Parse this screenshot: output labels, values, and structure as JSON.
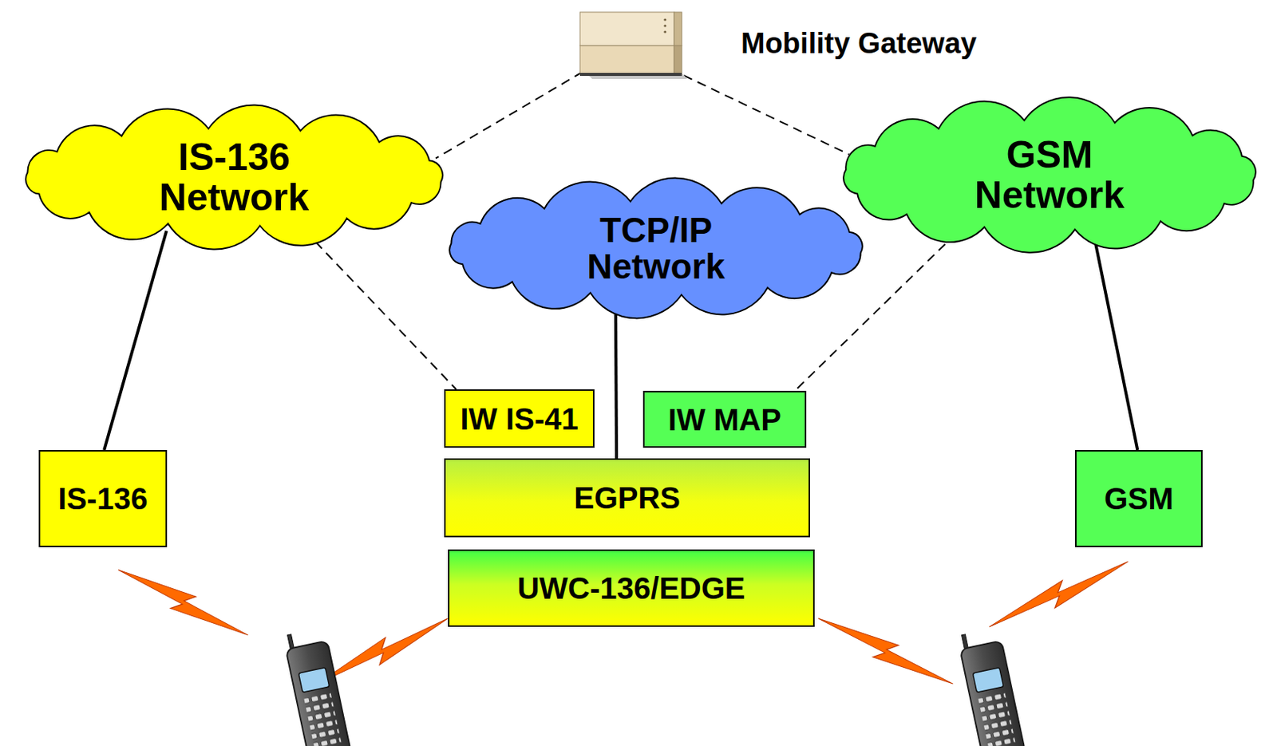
{
  "diagram": {
    "nodes": [
      {
        "text": [
          "Mobility Gateway"
        ]
      },
      {
        "text": [
          "IS-136 Network"
        ]
      },
      {
        "text": [
          "TCP/IP Network"
        ]
      },
      {
        "text": [
          "GSM Network"
        ]
      },
      {
        "text": [
          "IW IS-41"
        ]
      },
      {
        "text": [
          "IW MAP"
        ]
      },
      {
        "text": [
          "EGPRS"
        ]
      },
      {
        "text": [
          "IS-136"
        ]
      },
      {
        "text": [
          "GSM"
        ]
      },
      {
        "text": [
          "UWC-136/EDGE"
        ]
      }
    ],
    "edges": [
      {
        "from": 0,
        "to": 1,
        "arrow": "none"
      },
      {
        "from": 0,
        "to": 3,
        "arrow": "none"
      },
      {
        "from": 1,
        "to": 7,
        "arrow": "none"
      },
      {
        "from": 1,
        "to": 4,
        "arrow": "none"
      },
      {
        "from": 2,
        "to": 6,
        "arrow": "none"
      },
      {
        "from": 3,
        "to": 5,
        "arrow": "none"
      },
      {
        "from": 3,
        "to": 8,
        "arrow": "none"
      }
    ]
  }
}
